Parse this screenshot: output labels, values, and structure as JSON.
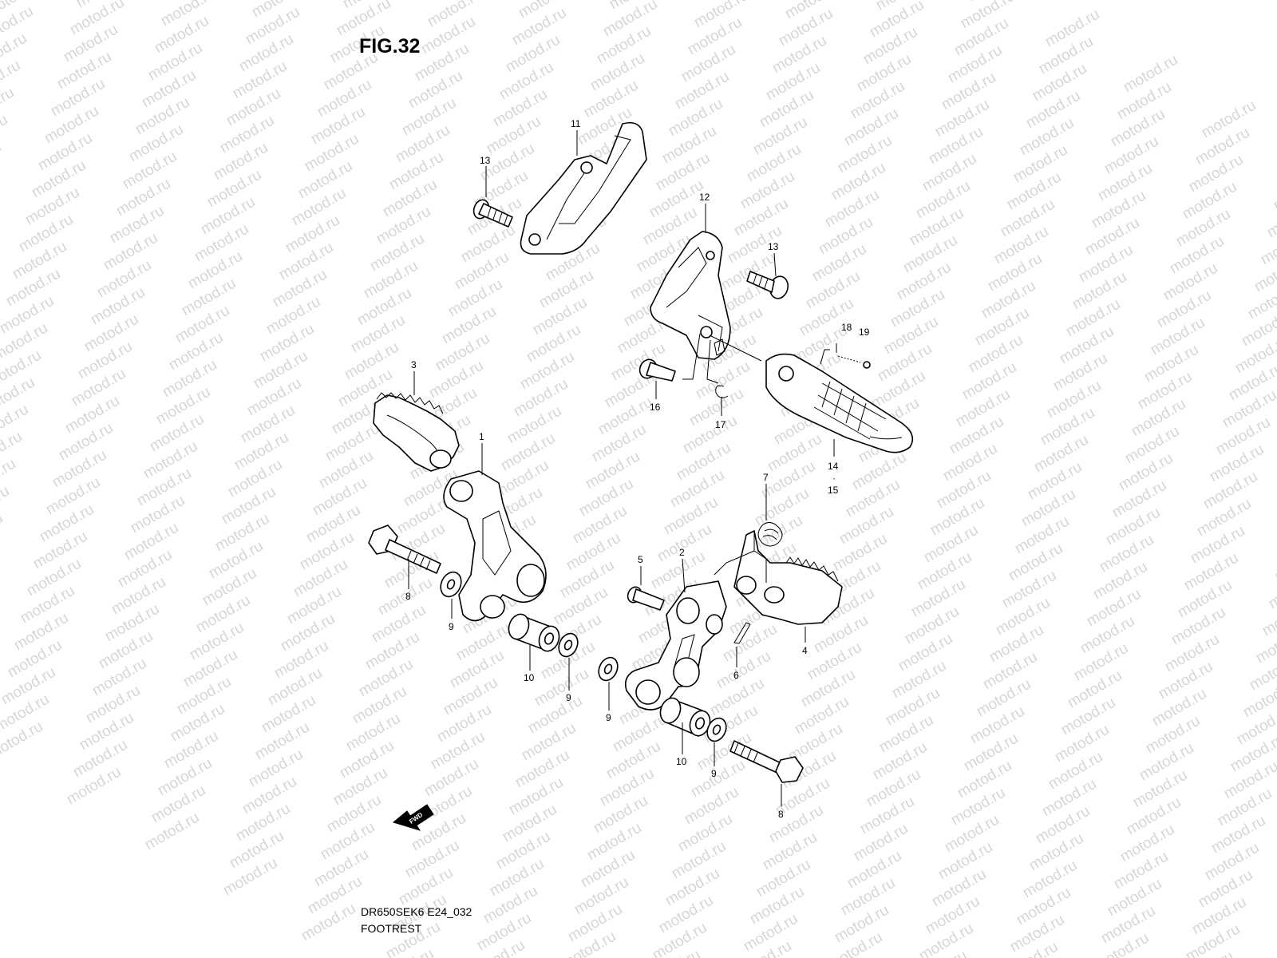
{
  "figure": {
    "title": "FIG.32",
    "model_code": "DR650SEK6 E24_032",
    "caption": "FOOTREST",
    "fwd_label": "FWD"
  },
  "watermark": {
    "text": "motod.ru"
  },
  "callouts": [
    {
      "id": "c11",
      "label": "11"
    },
    {
      "id": "c13a",
      "label": "13"
    },
    {
      "id": "c12",
      "label": "12"
    },
    {
      "id": "c13b",
      "label": "13"
    },
    {
      "id": "c18",
      "label": "18"
    },
    {
      "id": "c19",
      "label": "19"
    },
    {
      "id": "c3",
      "label": "3"
    },
    {
      "id": "c16",
      "label": "16"
    },
    {
      "id": "c17",
      "label": "17"
    },
    {
      "id": "c1",
      "label": "1"
    },
    {
      "id": "c14",
      "label": "14"
    },
    {
      "id": "c15",
      "label": "15"
    },
    {
      "id": "c7",
      "label": "7"
    },
    {
      "id": "c8a",
      "label": "8"
    },
    {
      "id": "c5",
      "label": "5"
    },
    {
      "id": "c2",
      "label": "2"
    },
    {
      "id": "c9a",
      "label": "9"
    },
    {
      "id": "c4",
      "label": "4"
    },
    {
      "id": "c6",
      "label": "6"
    },
    {
      "id": "c10a",
      "label": "10"
    },
    {
      "id": "c9b",
      "label": "9"
    },
    {
      "id": "c9c",
      "label": "9"
    },
    {
      "id": "c10b",
      "label": "10"
    },
    {
      "id": "c9d",
      "label": "9"
    },
    {
      "id": "c8b",
      "label": "8"
    }
  ]
}
